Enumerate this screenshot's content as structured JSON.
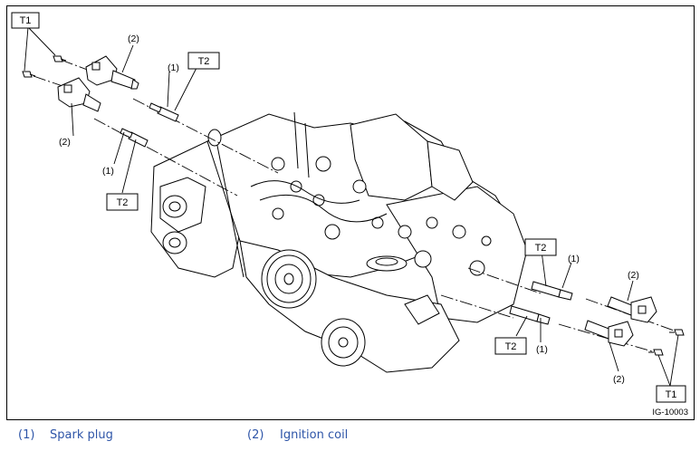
{
  "figure": {
    "id_code": "IG-10003",
    "callouts": {
      "t1": "T1",
      "t2": "T2",
      "n1": "(1)",
      "n2": "(2)"
    }
  },
  "legend": {
    "items": [
      {
        "number": "(1)",
        "label": "Spark plug"
      },
      {
        "number": "(2)",
        "label": "Ignition coil"
      }
    ]
  },
  "colors": {
    "legend_text": "#2e55a8",
    "line": "#000000"
  }
}
